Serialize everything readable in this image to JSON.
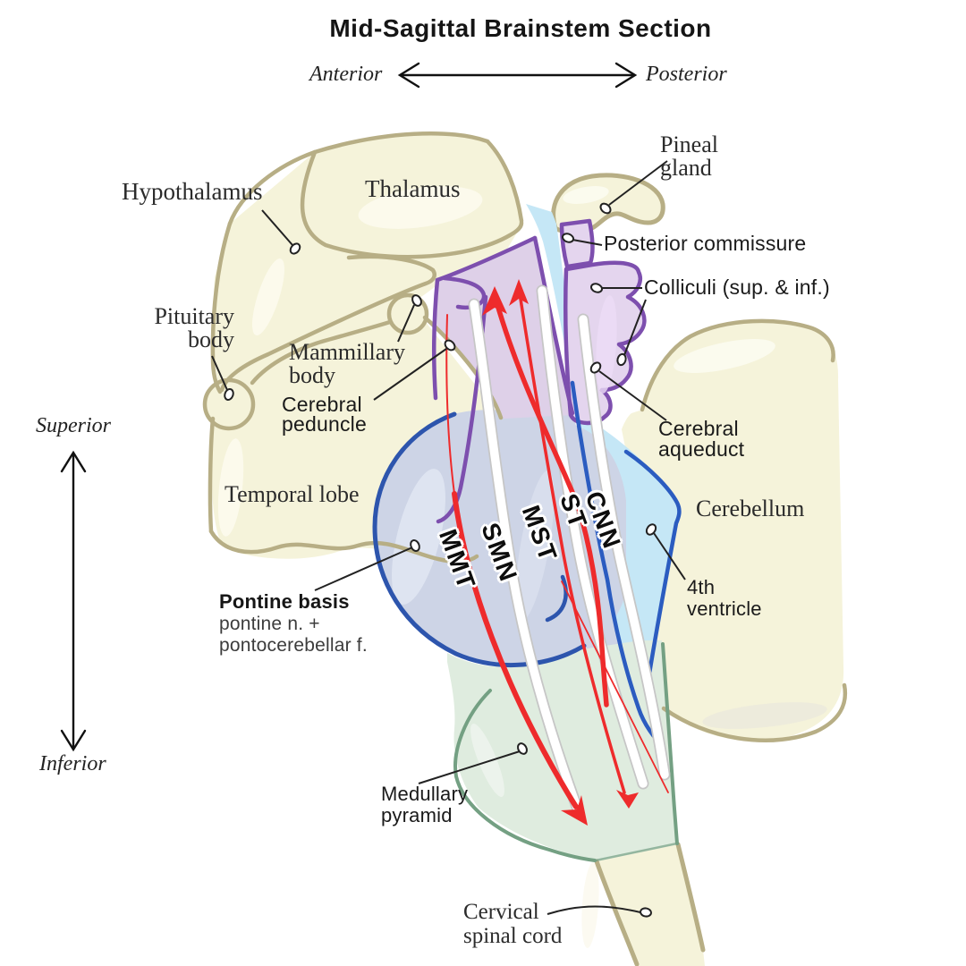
{
  "title": "Mid-Sagittal Brainstem Section",
  "orientation": {
    "anterior": "Anterior",
    "posterior": "Posterior",
    "superior": "Superior",
    "inferior": "Inferior"
  },
  "labels": {
    "hypothalamus": "Hypothalamus",
    "thalamus": "Thalamus",
    "pituitary": [
      "Pituitary",
      "body"
    ],
    "mammillary": [
      "Mammillary",
      "body"
    ],
    "pineal": [
      "Pineal",
      "gland"
    ],
    "posterior_commissure": "Posterior commissure",
    "colliculi": "Colliculi (sup. & inf.)",
    "cerebral_peduncle": [
      "Cerebral",
      "peduncle"
    ],
    "cerebral_aqueduct": [
      "Cerebral",
      "aqueduct"
    ],
    "temporal_lobe": "Temporal lobe",
    "cerebellum": "Cerebellum",
    "fourth_ventricle": [
      "4th",
      "ventricle"
    ],
    "pontine_basis": "Pontine basis",
    "pontine_sub1": "pontine n. +",
    "pontine_sub2": "pontocerebellar f.",
    "medullary_pyramid": [
      "Medullary",
      "pyramid"
    ],
    "cervical": [
      "Cervical",
      "spinal cord"
    ]
  },
  "tracts": {
    "mmt": "MMT",
    "smn": "SMN",
    "mst": "MST",
    "st": "ST",
    "cnn": "CNN"
  },
  "colors": {
    "cream_fill": "#f5f3da",
    "outline_tan": "#b7ae85",
    "midbrain_fill": "#ded0e8",
    "colliculi_fill": "#e4d5ee",
    "purple": "#7d4fae",
    "pons_fill": "#cdd4e6",
    "pons_blue": "#2d55ad",
    "csf_fill": "#c5e7f6",
    "csf_blue": "#2b5cc0",
    "medulla_fill": "#dfecdf",
    "medulla_green": "#74a083",
    "tract_red": "#ee2b2c",
    "tract_white": "#ffffff",
    "text": "#1c1c1c"
  }
}
